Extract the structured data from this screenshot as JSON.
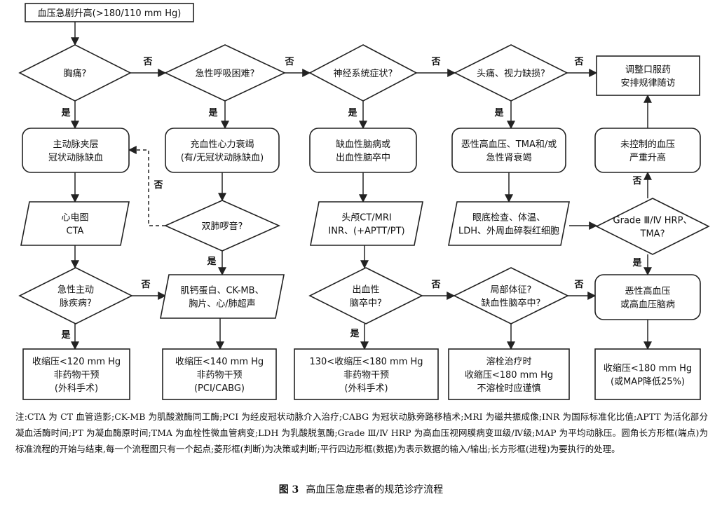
{
  "nodes": [
    {
      "id": "start",
      "shape": "rect",
      "lines": [
        "血压急剧升高(>180/110 mm Hg)"
      ]
    },
    {
      "id": "d_chest",
      "shape": "diamond",
      "lines": [
        "胸痛?"
      ]
    },
    {
      "id": "d_breath",
      "shape": "diamond",
      "lines": [
        "急性呼吸困难?"
      ]
    },
    {
      "id": "d_neuro",
      "shape": "diamond",
      "lines": [
        "神经系统症状?"
      ]
    },
    {
      "id": "d_head",
      "shape": "diamond",
      "lines": [
        "头痛、视力缺损?"
      ]
    },
    {
      "id": "adjust",
      "shape": "rect",
      "lines": [
        "调整口服药",
        "安排规律随访"
      ]
    },
    {
      "id": "aortic",
      "shape": "terminal",
      "lines": [
        "主动脉夹层",
        "冠状动脉缺血"
      ]
    },
    {
      "id": "chf",
      "shape": "terminal",
      "lines": [
        "充血性心力衰竭",
        "(有/无冠状动脉缺血)"
      ]
    },
    {
      "id": "ischemic",
      "shape": "terminal",
      "lines": [
        "缺血性脑病或",
        "出血性脑卒中"
      ]
    },
    {
      "id": "malignant",
      "shape": "terminal",
      "lines": [
        "恶性高血压、TMA和/或",
        "急性肾衰竭"
      ]
    },
    {
      "id": "uncontrolled",
      "shape": "terminal",
      "lines": [
        "未控制的血压",
        "严重升高"
      ]
    },
    {
      "id": "ecg",
      "shape": "parallelogram",
      "lines": [
        "心电图",
        "CTA"
      ]
    },
    {
      "id": "d_rales",
      "shape": "diamond",
      "lines": [
        "双肺啰音?"
      ]
    },
    {
      "id": "ct",
      "shape": "parallelogram",
      "lines": [
        "头颅CT/MRI",
        "INR、(+APTT/PT)"
      ]
    },
    {
      "id": "fundus",
      "shape": "parallelogram",
      "lines": [
        "眼底检查、体温、",
        "LDH、外周血碎裂红细胞"
      ]
    },
    {
      "id": "d_grade",
      "shape": "diamond",
      "lines": [
        "Grade Ⅲ/Ⅳ HRP、",
        "TMA?"
      ]
    },
    {
      "id": "d_aortic",
      "shape": "diamond",
      "lines": [
        "急性主动",
        "脉疾病?"
      ]
    },
    {
      "id": "troponin",
      "shape": "parallelogram",
      "lines": [
        "肌钙蛋白、CK-MB、",
        "胸片、心/肺超声"
      ]
    },
    {
      "id": "d_hemorrhage",
      "shape": "diamond",
      "lines": [
        "出血性",
        "脑卒中?"
      ]
    },
    {
      "id": "d_local",
      "shape": "diamond",
      "lines": [
        "局部体征?",
        "缺血性脑卒中?"
      ]
    },
    {
      "id": "malignant2",
      "shape": "terminal",
      "lines": [
        "恶性高血压",
        "或高血压脑病"
      ]
    },
    {
      "id": "r1",
      "shape": "rect",
      "lines": [
        "收缩压<120 mm Hg",
        "非药物干预",
        "(外科手术)"
      ]
    },
    {
      "id": "r2",
      "shape": "rect",
      "lines": [
        "收缩压<140 mm Hg",
        "非药物干预",
        "(PCI/CABG)"
      ]
    },
    {
      "id": "r3",
      "shape": "rect",
      "lines": [
        "130<收缩压<180 mm Hg",
        "非药物干预",
        "(外科手术)"
      ]
    },
    {
      "id": "r4",
      "shape": "rect",
      "lines": [
        "溶栓治疗时",
        "收缩压<180 mm Hg",
        "不溶栓时应谨慎"
      ]
    },
    {
      "id": "r5",
      "shape": "rect",
      "lines": [
        "收缩压<180 mm Hg",
        "(或MAP降低25%)"
      ]
    }
  ],
  "edges": [
    {
      "from": "start",
      "to": "d_chest",
      "label": ""
    },
    {
      "from": "d_chest",
      "to": "d_breath",
      "label": "否"
    },
    {
      "from": "d_breath",
      "to": "d_neuro",
      "label": "否"
    },
    {
      "from": "d_neuro",
      "to": "d_head",
      "label": "否"
    },
    {
      "from": "d_head",
      "to": "adjust",
      "label": "否"
    },
    {
      "from": "d_chest",
      "to": "aortic",
      "label": "是"
    },
    {
      "from": "d_breath",
      "to": "chf",
      "label": "是"
    },
    {
      "from": "d_neuro",
      "to": "ischemic",
      "label": "是"
    },
    {
      "from": "d_head",
      "to": "malignant",
      "label": "是"
    },
    {
      "from": "aortic",
      "to": "ecg",
      "label": ""
    },
    {
      "from": "chf",
      "to": "d_rales",
      "label": ""
    },
    {
      "from": "ischemic",
      "to": "ct",
      "label": ""
    },
    {
      "from": "malignant",
      "to": "fundus",
      "label": ""
    },
    {
      "from": "d_rales",
      "to": "aortic",
      "label": "否"
    },
    {
      "from": "d_rales",
      "to": "troponin",
      "label": "是"
    },
    {
      "from": "fundus",
      "to": "d_grade",
      "label": ""
    },
    {
      "from": "d_grade",
      "to": "uncontrolled",
      "label": "否"
    },
    {
      "from": "uncontrolled",
      "to": "adjust",
      "label": ""
    },
    {
      "from": "d_grade",
      "to": "malignant2",
      "label": "是"
    },
    {
      "from": "ecg",
      "to": "d_aortic",
      "label": ""
    },
    {
      "from": "d_aortic",
      "to": "troponin",
      "label": "否"
    },
    {
      "from": "d_aortic",
      "to": "r1",
      "label": "是"
    },
    {
      "from": "troponin",
      "to": "r2",
      "label": ""
    },
    {
      "from": "ct",
      "to": "d_hemorrhage",
      "label": ""
    },
    {
      "from": "d_hemorrhage",
      "to": "d_local",
      "label": "否"
    },
    {
      "from": "d_hemorrhage",
      "to": "r3",
      "label": "是"
    },
    {
      "from": "d_local",
      "to": "r4",
      "label": ""
    },
    {
      "from": "d_local",
      "to": "malignant2",
      "label": "否"
    },
    {
      "from": "malignant2",
      "to": "r5",
      "label": ""
    }
  ],
  "note": "注:CTA 为 CT 血管造影;CK-MB 为肌酸激酶同工酶;PCI 为经皮冠状动脉介入治疗;CABG 为冠状动脉旁路移植术;MRI 为磁共振成像;INR 为国际标准化比值;APTT 为活化部分凝血活酶时间;PT 为凝血酶原时间;TMA 为血栓性微血管病变;LDH 为乳酸脱氢酶;Grade Ⅲ/Ⅳ HRP 为高血压视网膜病变Ⅲ级/Ⅳ级;MAP 为平均动脉压。圆角长方形框(端点)为标准流程的开始与结束,每一个流程图只有一个起点;菱形框(判断)为决策或判断;平行四边形框(数据)为表示数据的输入/输出;长方形框(进程)为要执行的处理。",
  "caption": {
    "figure": "图 3",
    "title": "高血压急症患者的规范诊疗流程"
  }
}
